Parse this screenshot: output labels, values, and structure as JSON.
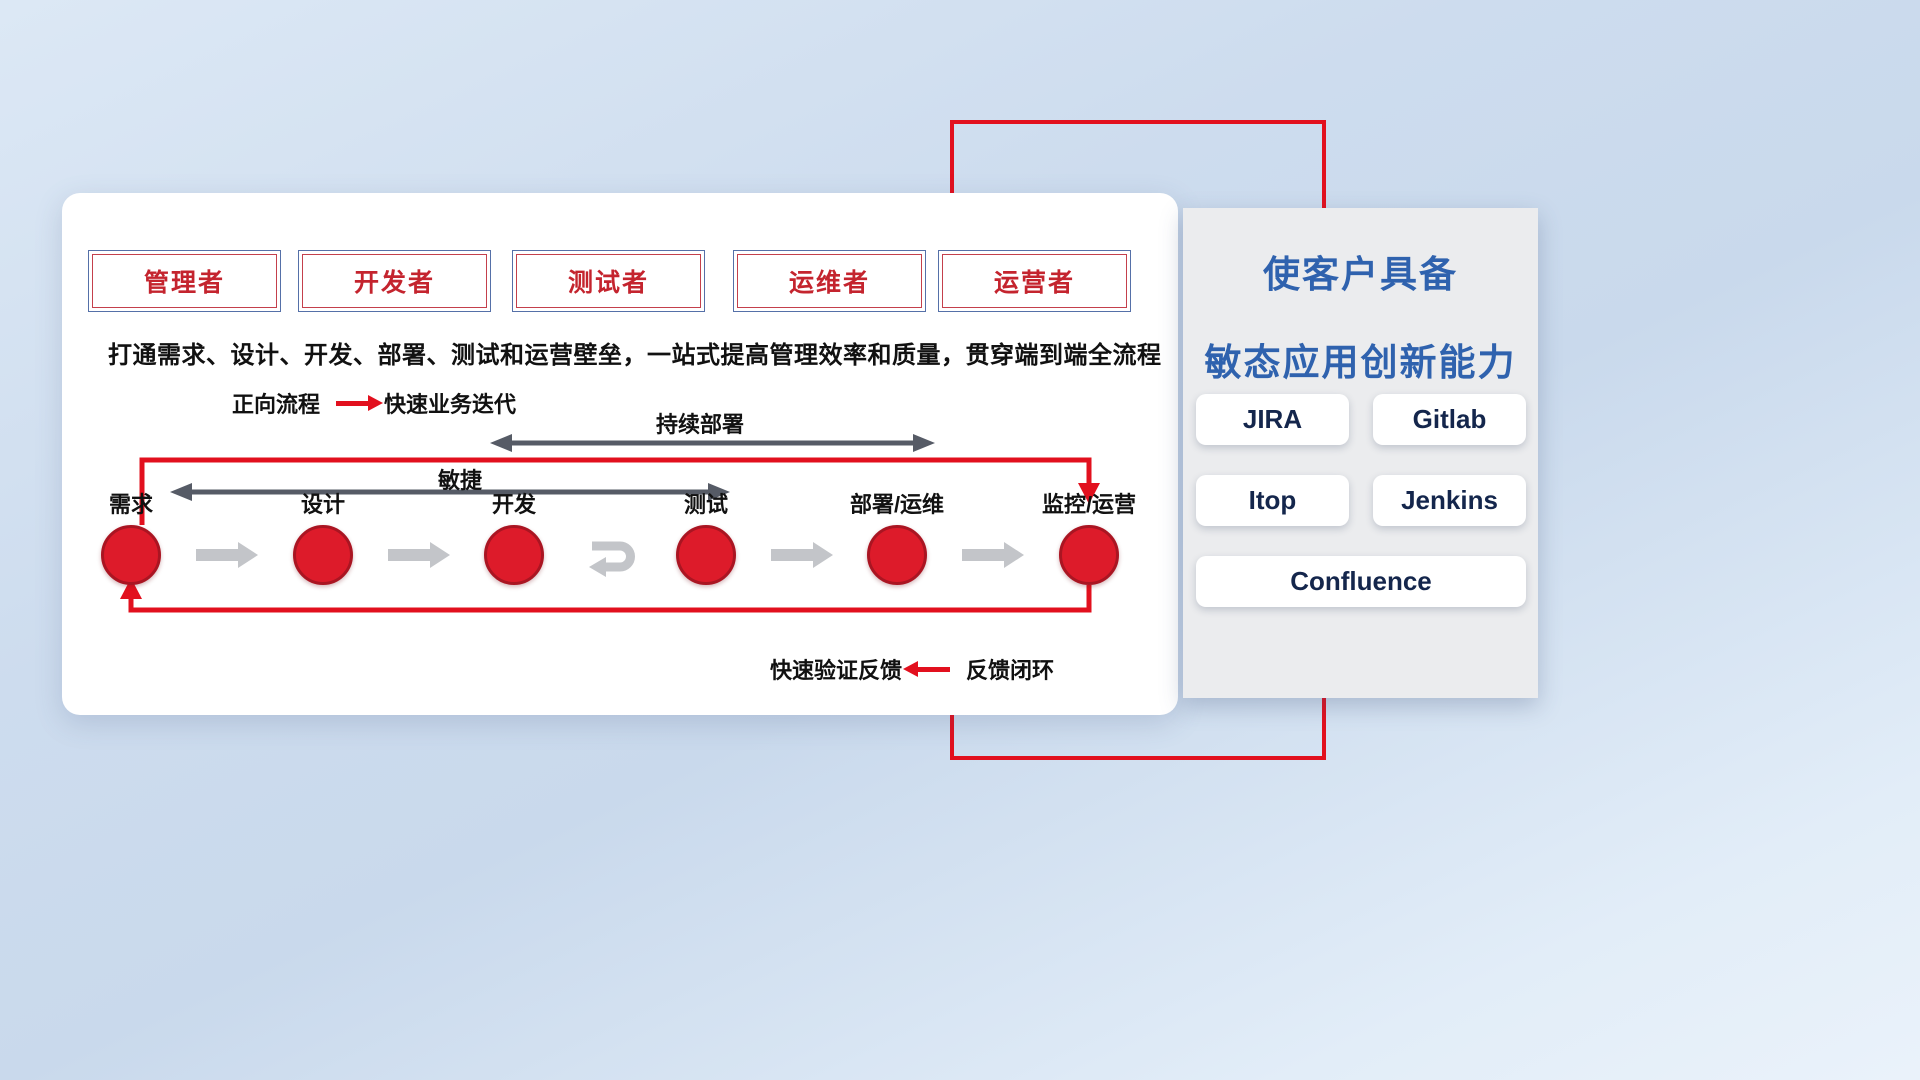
{
  "colors": {
    "accent_red": "#e2101e",
    "brand_blue": "#2f62ae",
    "dark_arrow": "#565b66",
    "light_arrow": "#c3c5c9",
    "circle_fill": "#dd1b2a",
    "circle_border": "#aa1522",
    "box_border_blue": "#5570a8",
    "box_border_red": "#c4404c",
    "box_text_red": "#c4242e",
    "tool_text": "#14264c"
  },
  "roles": [
    {
      "label": "管理者"
    },
    {
      "label": "开发者"
    },
    {
      "label": "测试者"
    },
    {
      "label": "运维者"
    },
    {
      "label": "运营者"
    }
  ],
  "subtitle": "打通需求、设计、开发、部署、测试和运营壁垒，一站式提高管理效率和质量，贯穿端到端全流程",
  "legend_forward": {
    "label": "正向流程",
    "desc": "快速业务迭代"
  },
  "flow": {
    "stages": [
      {
        "label": "需求"
      },
      {
        "label": "设计"
      },
      {
        "label": "开发"
      },
      {
        "label": "测试"
      },
      {
        "label": "部署/运维"
      },
      {
        "label": "监控/运营"
      }
    ],
    "cd_label": "持续部署",
    "agile_label": "敏捷"
  },
  "legend_feedback": {
    "desc": "快速验证反馈",
    "label": "反馈闭环"
  },
  "right_panel": {
    "title_line1": "使客户具备",
    "title_line2": "敏态应用创新能力",
    "tools": [
      {
        "label": "JIRA"
      },
      {
        "label": "Gitlab"
      },
      {
        "label": "Itop"
      },
      {
        "label": "Jenkins"
      },
      {
        "label": "Confluence"
      }
    ]
  }
}
